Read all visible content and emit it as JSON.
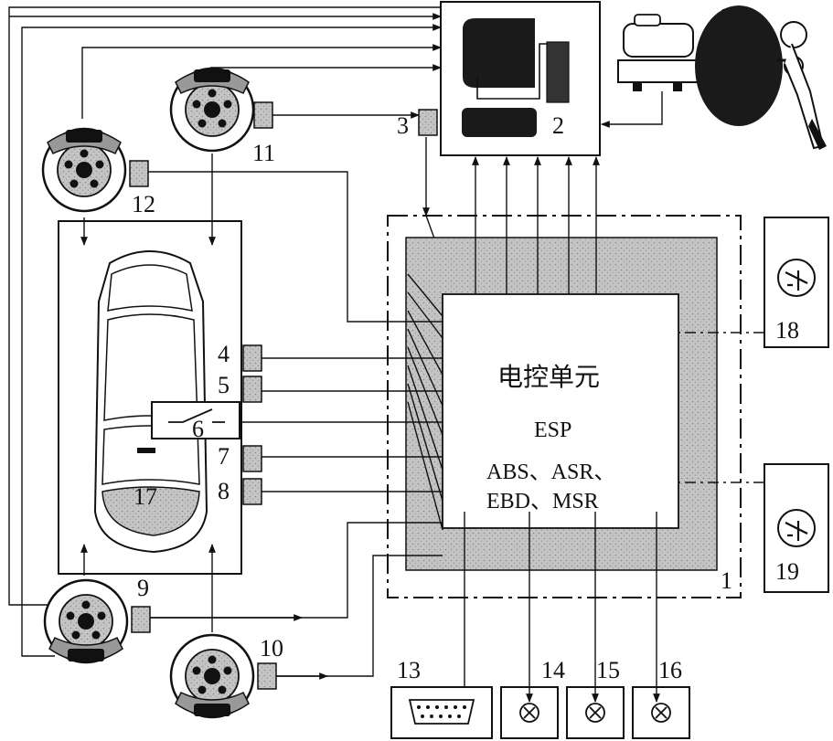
{
  "ecu": {
    "title": "电控单元",
    "system": "ESP",
    "functions_line1": "ABS、ASR、",
    "functions_line2": "EBD、MSR"
  },
  "labels": {
    "n1": "1",
    "n2": "2",
    "n3": "3",
    "n4": "4",
    "n5": "5",
    "n6": "6",
    "n7": "7",
    "n8": "8",
    "n9": "9",
    "n10": "10",
    "n11": "11",
    "n12": "12",
    "n13": "13",
    "n14": "14",
    "n15": "15",
    "n16": "16",
    "n17": "17",
    "n18": "18",
    "n19": "19"
  },
  "colors": {
    "line": "#111111",
    "gray": "#c8c8c8",
    "dark": "#1a1a1a"
  }
}
